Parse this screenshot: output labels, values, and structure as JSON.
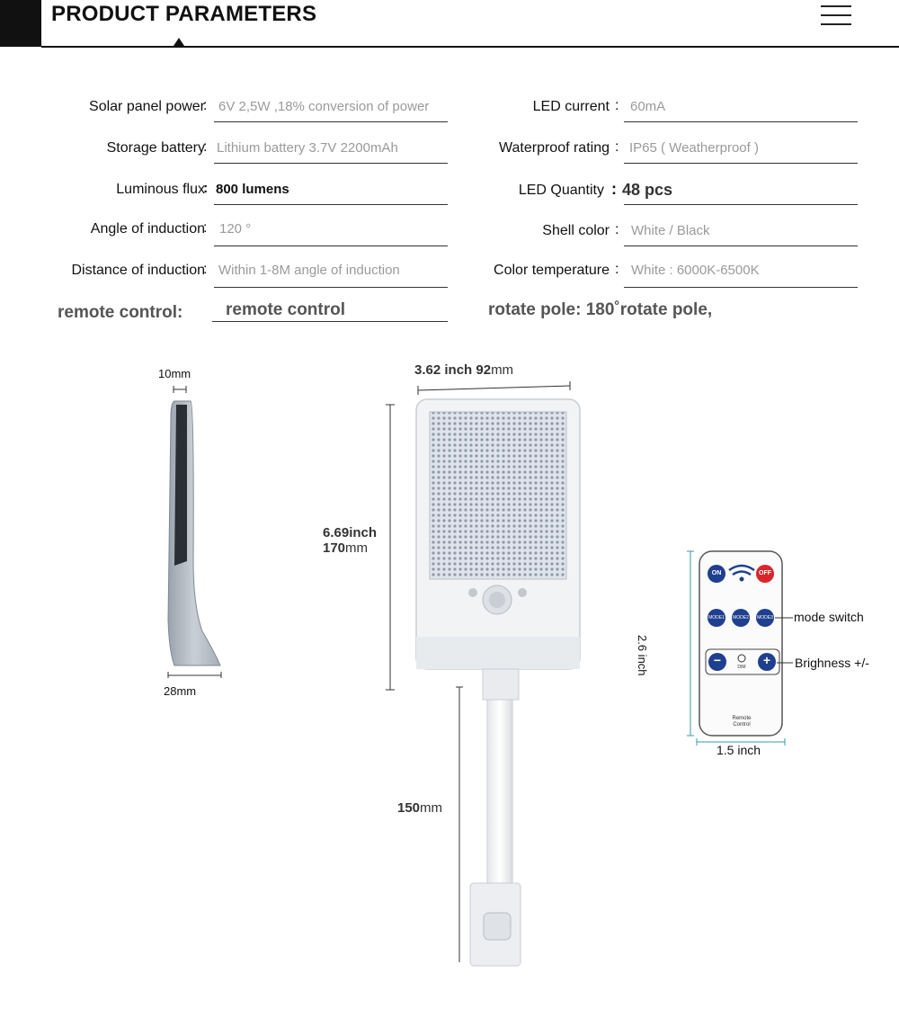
{
  "header": {
    "title": "PRODUCT PARAMETERS"
  },
  "specs_left": [
    {
      "label": "Solar panel power",
      "value": "6V 2,5W ,18% conversion of power"
    },
    {
      "label": "Storage battery",
      "value": "Lithium battery 3.7V  2200mAh"
    },
    {
      "label": "Luminous flux",
      "value": "800 lumens"
    },
    {
      "label": "Angle of induction",
      "value": "120 °"
    },
    {
      "label": "Distance of induction",
      "value": "Within 1-8M angle of induction"
    }
  ],
  "specs_right": [
    {
      "label": "LED current",
      "value": "60mA"
    },
    {
      "label": "Waterproof rating",
      "value": "IP65 ( Weatherproof )"
    },
    {
      "label": "LED Quantity",
      "value": "48 pcs"
    },
    {
      "label": "Shell color",
      "value": "White / Black"
    },
    {
      "label": "Color temperature",
      "value": "White : 6000K-6500K"
    }
  ],
  "extras": {
    "remote_label": "remote control:",
    "remote_value": "remote control",
    "rotate_text": "rotate pole: 180˚rotate pole,"
  },
  "dimensions": {
    "thickness": "10mm",
    "depth": "28mm",
    "width_inch": "3.62 inch",
    "width_mm_num": "92",
    "width_mm_unit": "mm",
    "height_inch": "6.69inch",
    "height_mm_num": "170",
    "height_mm_unit": "mm",
    "pole_mm_num": "150",
    "pole_mm_unit": "mm"
  },
  "remote": {
    "height": "2.6 inch",
    "width": "1.5 inch",
    "mode_switch": "mode switch",
    "brightness": "Brighness +/-",
    "btn_on": "ON",
    "btn_off": "OFF",
    "btn_mode1": "MODE1",
    "btn_mode2": "MODE2",
    "btn_mode3": "MODE3",
    "btn_minus": "−",
    "btn_plus": "+",
    "dim_text": "DIM",
    "caption1": "Remote",
    "caption2": "Control"
  },
  "colors": {
    "remote_button": "#1f3f8f",
    "off_button": "#d8262a",
    "line": "#333333"
  }
}
